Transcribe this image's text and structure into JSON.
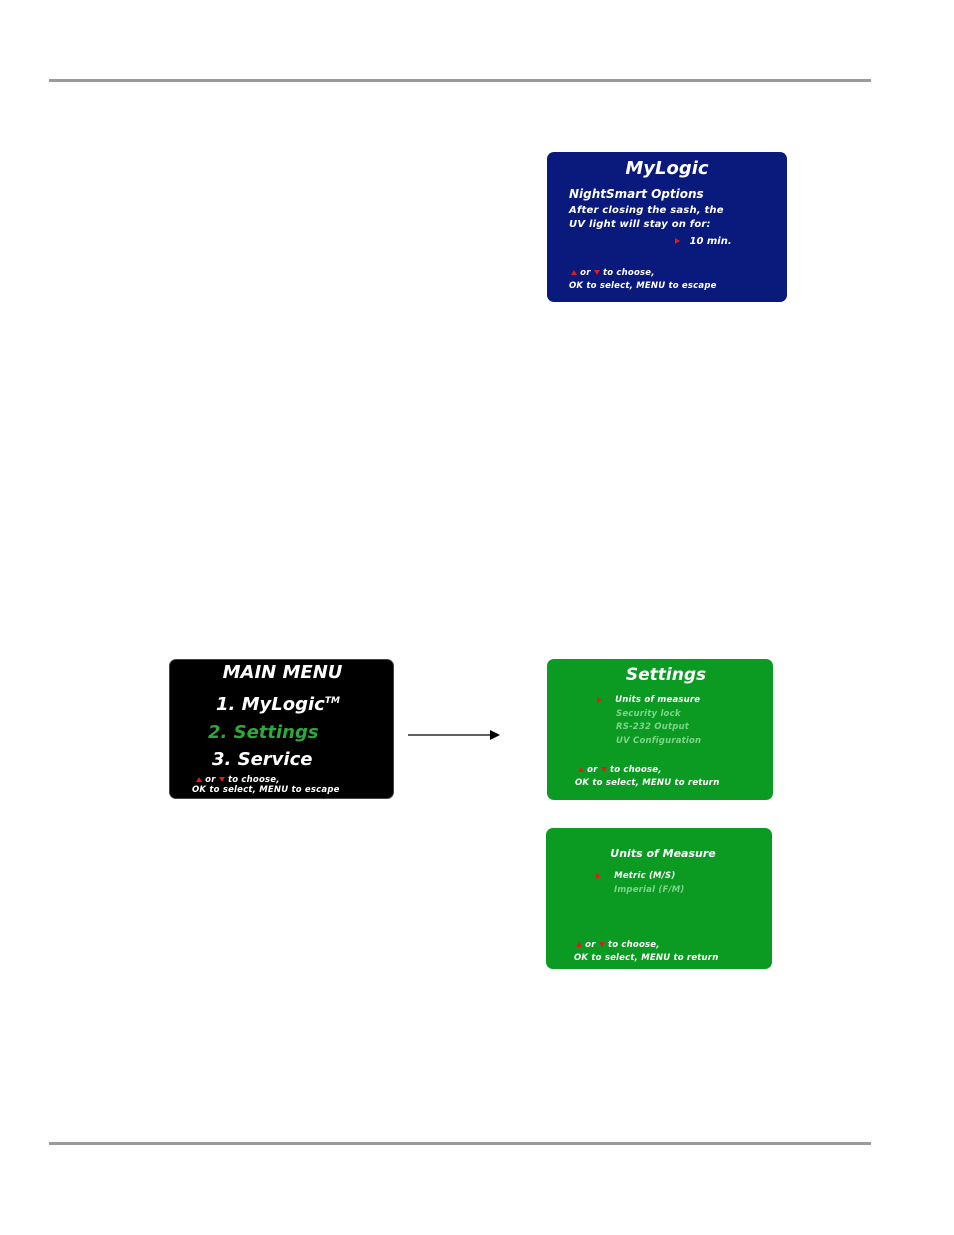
{
  "mylogic_screen": {
    "title": "MyLogic",
    "heading": "NightSmart Options",
    "line1": "After closing the sash, the",
    "line2": "UV light will stay on for:",
    "value": "10 min.",
    "hint_mid": "or",
    "hint_end": "to choose,",
    "hint2": "OK to select, MENU to escape"
  },
  "main_menu": {
    "title": "MAIN MENU",
    "item1": "1. MyLogic",
    "item1_tm": "TM",
    "item2": "2. Settings",
    "item3": "3. Service",
    "hint_mid": "or",
    "hint_end": "to choose,",
    "hint2": "OK to select, MENU to escape"
  },
  "settings_screen": {
    "title": "Settings",
    "options": [
      "Units of measure",
      "Security lock",
      "RS-232 Output",
      "UV Configuration"
    ],
    "hint_mid": "or",
    "hint_end": "to choose,",
    "hint2": "OK to select, MENU to return"
  },
  "units_screen": {
    "title": "Units of Measure",
    "options": [
      "Metric (M/S)",
      "Imperial (F/M)"
    ],
    "hint_mid": "or",
    "hint_end": "to choose,",
    "hint2": "OK to select, MENU to return"
  },
  "colors": {
    "blue_screen": "#0a1a7c",
    "green_screen": "#0b9a22",
    "black_screen": "#000000",
    "arrow_marker": "#e11b1b"
  }
}
